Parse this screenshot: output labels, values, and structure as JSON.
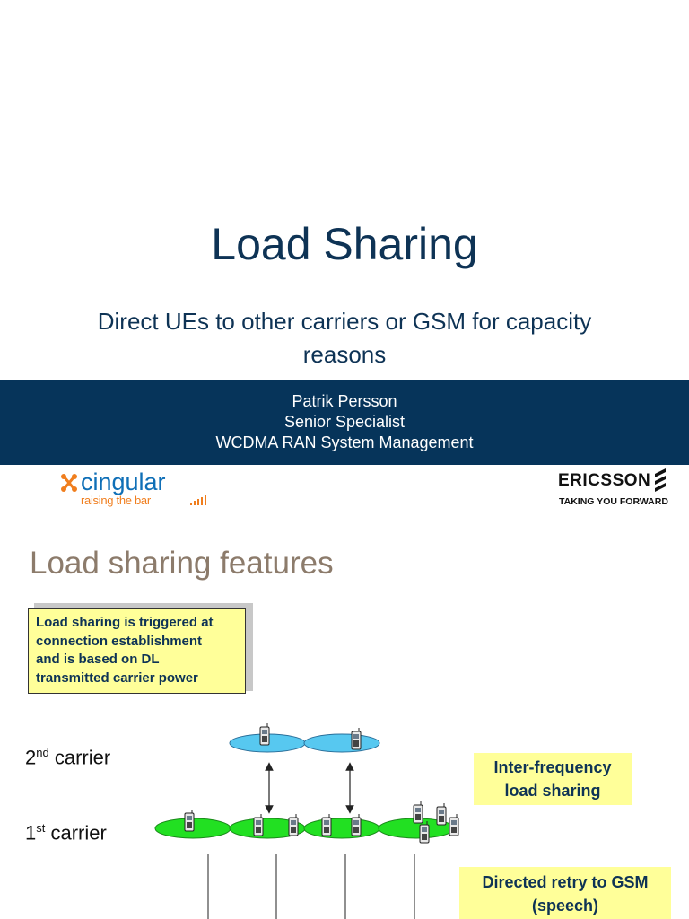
{
  "slide1": {
    "title": "Load Sharing",
    "subtitle_line1": "Direct UEs to other carriers or GSM for capacity",
    "subtitle_line2": "reasons",
    "presenter": {
      "name": "Patrik Persson",
      "role": "Senior Specialist",
      "department": "WCDMA RAN System Management"
    },
    "logos": {
      "cingular_name": "cingular",
      "cingular_tagline": "raising the bar",
      "ericsson_name": "ERICSSON",
      "ericsson_tagline": "TAKING YOU FORWARD"
    }
  },
  "slide2": {
    "title": "Load sharing features",
    "note_lines": [
      "Load sharing is triggered at",
      "connection establishment",
      "and is based on DL",
      "transmitted carrier power"
    ],
    "carrier2": {
      "num": "2",
      "sup": "nd",
      "text": " carrier"
    },
    "carrier1": {
      "num": "1",
      "sup": "st",
      "text": " carrier"
    },
    "callout_interfreq": [
      "Inter-frequency",
      "load sharing"
    ],
    "callout_retry": [
      "Directed retry to GSM",
      "(speech)"
    ]
  },
  "colors": {
    "navy": "#06345a",
    "title_blue": "#0e3355",
    "note_yellow": "#ffff99",
    "cell_blue": "#57c8f0",
    "cell_green": "#22e022",
    "section_title": "#8c7b6b"
  }
}
